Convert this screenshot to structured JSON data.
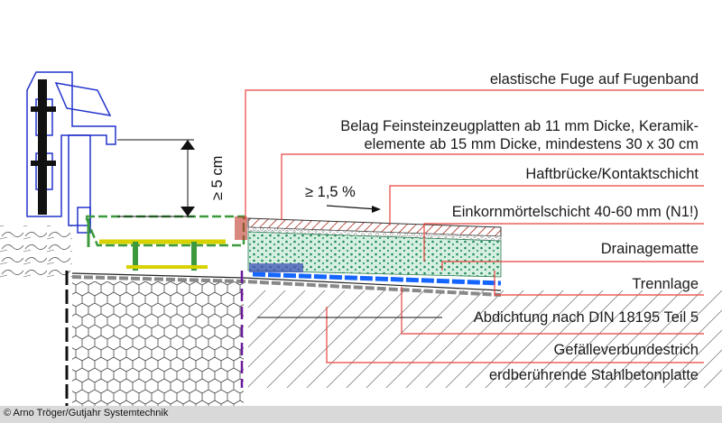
{
  "labels": {
    "joint": "elastische Fuge auf Fugenband",
    "covering_line1": "Belag Feinsteinzeugplatten ab 11 mm Dicke, Keramik-",
    "covering_line2": "elemente ab 15 mm Dicke, mindestens 30 x 30 cm",
    "bond_coat": "Haftbrücke/Kontaktschicht",
    "mortar_bed": "Einkornmörtelschicht 40-60 mm (N1!)",
    "drainage_mat": "Drainagematte",
    "separation_layer": "Trennlage",
    "waterproofing": "Abdichtung nach DIN 18195 Teil 5",
    "screed": "Gefälleverbundestrich",
    "slab": "erdberührende Stahlbetonplatte"
  },
  "dimensions": {
    "threshold_height": "≥ 5 cm",
    "slope": "≥ 1,5 %"
  },
  "credit": "© Arno Tröger/Gutjahr Systemtechnik",
  "colors": {
    "leader": "#e8423c",
    "frame_blue": "#2233cc",
    "drainage_green": "#cfe8d8",
    "drainage_dots": "#1f8a5a",
    "channel_green": "#3c9a3c",
    "channel_yellow": "#d8d200",
    "hatch_tile": "#c0392b",
    "purple": "#6a1b9a",
    "separation_blue": "#1565ff"
  }
}
